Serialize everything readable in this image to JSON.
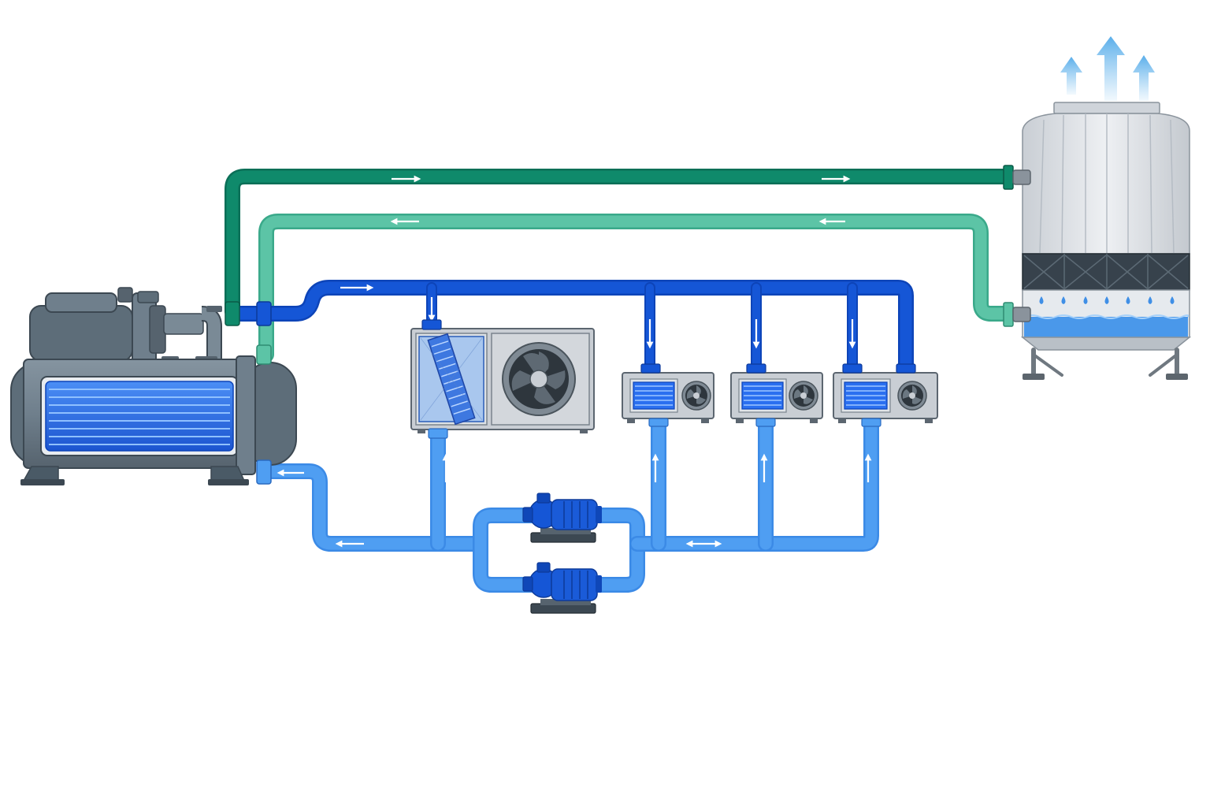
{
  "diagram": {
    "kind": "chilled-water-system",
    "components": [
      {
        "id": "chiller",
        "icon": "water-cooled-chiller-icon"
      },
      {
        "id": "cooling-tower",
        "icon": "cooling-tower-icon"
      },
      {
        "id": "air-handling-unit",
        "icon": "air-handling-unit-icon"
      },
      {
        "id": "fan-coil-unit-1",
        "icon": "fan-coil-unit-icon"
      },
      {
        "id": "fan-coil-unit-2",
        "icon": "fan-coil-unit-icon"
      },
      {
        "id": "fan-coil-unit-3",
        "icon": "fan-coil-unit-icon"
      },
      {
        "id": "chilled-water-pump-1",
        "icon": "centrifugal-pump-icon"
      },
      {
        "id": "chilled-water-pump-2",
        "icon": "centrifugal-pump-icon"
      }
    ],
    "loops": [
      {
        "id": "condenser-water-supply",
        "color": "#0f8a6b"
      },
      {
        "id": "condenser-water-return",
        "color": "#5cc4a6"
      },
      {
        "id": "chilled-water-supply",
        "color": "#1556d6"
      },
      {
        "id": "chilled-water-return",
        "color": "#4f9ef2"
      }
    ],
    "colors": {
      "equipment_gray": "#6f7f8c",
      "equipment_dark": "#4a5a66",
      "coil_blue": "#2a6ff0",
      "tower_light": "#dfe3e8",
      "basin_water": "#4a98ea",
      "vapor": "#7cc0f0"
    },
    "vapor_arrows": 3,
    "terminal_units": 4
  }
}
